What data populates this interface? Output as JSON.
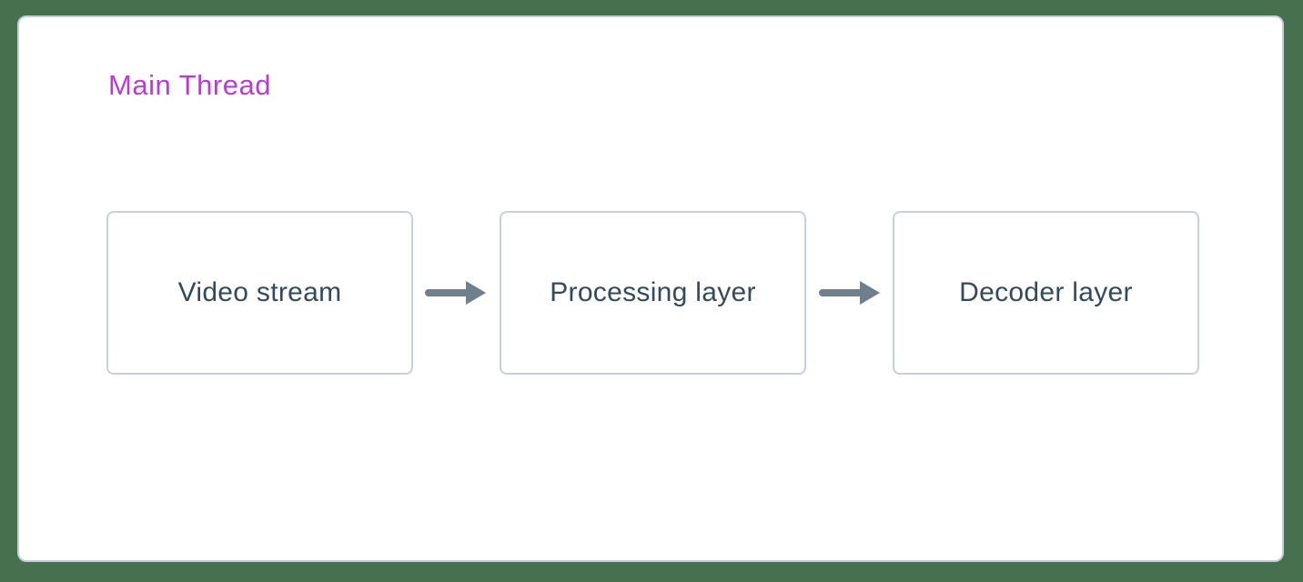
{
  "diagram": {
    "title": {
      "label": "Main Thread"
    },
    "nodes": [
      {
        "id": "video-stream",
        "label": "Video stream"
      },
      {
        "id": "processing-layer",
        "label": "Processing layer"
      },
      {
        "id": "decoder-layer",
        "label": "Decoder layer"
      }
    ],
    "edges": [
      {
        "from": "video-stream",
        "to": "processing-layer",
        "style": "arrow-right"
      },
      {
        "from": "processing-layer",
        "to": "decoder-layer",
        "style": "arrow-right"
      }
    ],
    "colors": {
      "background": "#47704e",
      "panel_bg": "#ffffff",
      "panel_border": "#c5cfd8",
      "node_border": "#c8d1d9",
      "node_text": "#35495c",
      "arrow": "#6f808c",
      "title": "#b93cd2"
    }
  }
}
